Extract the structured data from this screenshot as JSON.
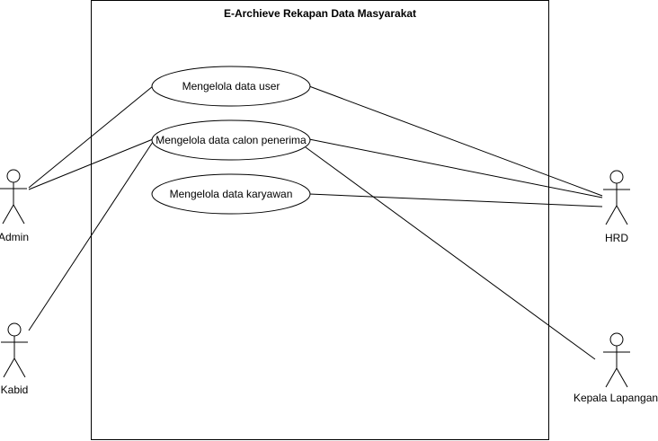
{
  "system": {
    "title": "E-Archieve Rekapan Data Masyarakat"
  },
  "use_cases": [
    {
      "id": "uc-user",
      "label": "Mengelola data user"
    },
    {
      "id": "uc-calon",
      "label": "Mengelola data calon penerima"
    },
    {
      "id": "uc-karyawan",
      "label": "Mengelola data karyawan"
    }
  ],
  "actors": [
    {
      "id": "admin",
      "label": "Admin"
    },
    {
      "id": "kabid",
      "label": "Kabid"
    },
    {
      "id": "hrd",
      "label": "HRD"
    },
    {
      "id": "kepala",
      "label": "Kepala Lapangan"
    }
  ],
  "associations": [
    {
      "actor": "Admin",
      "use_case": "Mengelola data user"
    },
    {
      "actor": "Admin",
      "use_case": "Mengelola data calon penerima"
    },
    {
      "actor": "Kabid",
      "use_case": "Mengelola data calon penerima"
    },
    {
      "actor": "HRD",
      "use_case": "Mengelola data user"
    },
    {
      "actor": "HRD",
      "use_case": "Mengelola data calon penerima"
    },
    {
      "actor": "HRD",
      "use_case": "Mengelola data karyawan"
    },
    {
      "actor": "Kepala Lapangan",
      "use_case": "Mengelola data calon penerima"
    }
  ]
}
